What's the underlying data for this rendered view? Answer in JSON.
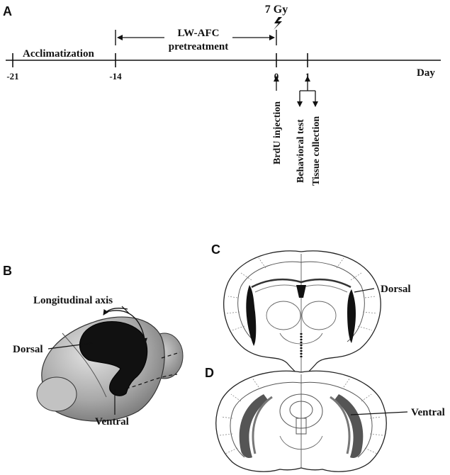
{
  "panels": {
    "a": "A",
    "b": "B",
    "c": "C",
    "d": "D"
  },
  "timeline": {
    "ticks": [
      {
        "day": -21,
        "label": "-21"
      },
      {
        "day": -14,
        "label": "-14"
      },
      {
        "day": 0,
        "label": "0"
      },
      {
        "day": 1,
        "label": "1"
      }
    ],
    "axis_label": "Day",
    "phase_acclimatization": "Acclimatization",
    "phase_pretreatment_line1": "LW-AFC",
    "phase_pretreatment_line2": "pretreatment",
    "radiation_dose": "7 Gy",
    "event_brdu": "BrdU injection",
    "event_behavioral": "Behavioral test",
    "event_tissue": "Tissue collection"
  },
  "brain_3d": {
    "axis_label": "Longitudinal axis",
    "dorsal_label": "Dorsal",
    "ventral_label": "Ventral"
  },
  "section_c": {
    "label": "Dorsal"
  },
  "section_d": {
    "label": "Ventral"
  }
}
